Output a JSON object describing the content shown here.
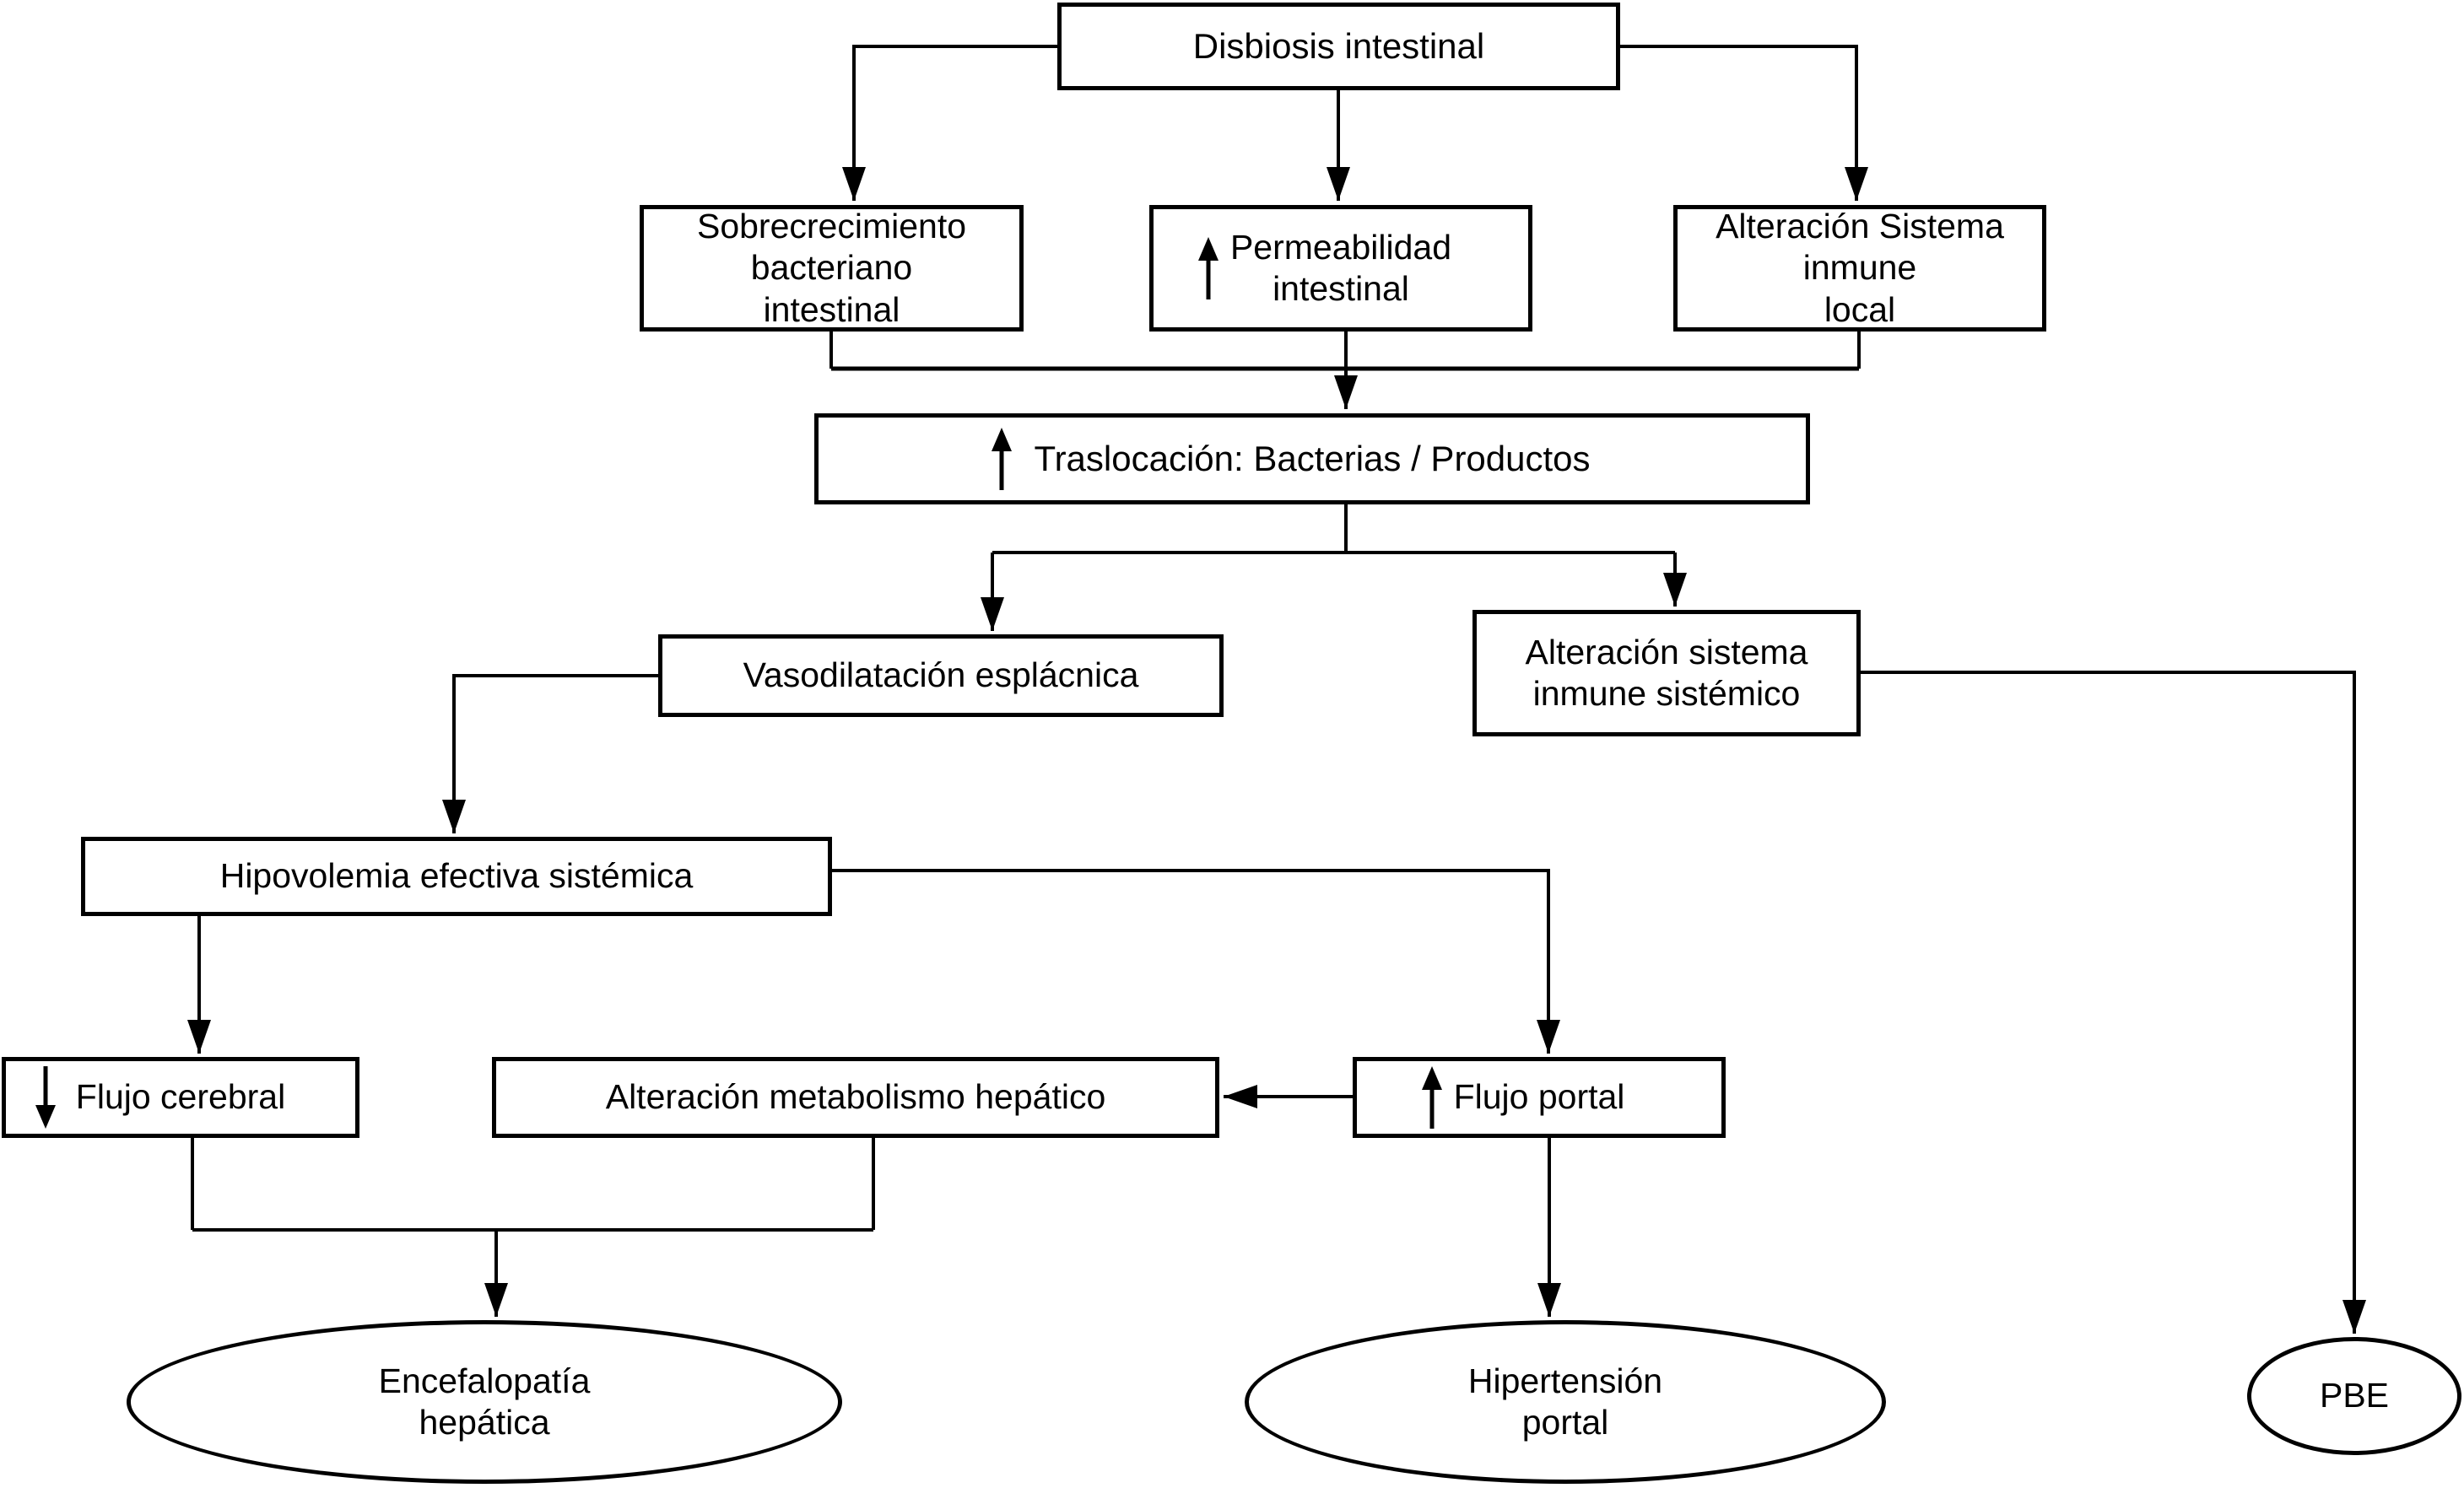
{
  "figure": {
    "background_color": "#ffffff",
    "line_color": "#000000",
    "nodes": {
      "disbiosis": {
        "label": "Disbiosis intestinal",
        "shape": "rect"
      },
      "sobrecrecimiento": {
        "label": "Sobrecrecimiento\nbacteriano\nintestinal",
        "shape": "rect"
      },
      "permeabilidad": {
        "label": "Permeabilidad\nintestinal",
        "shape": "rect",
        "icon": "increase-arrow"
      },
      "alteracion_inmune_local": {
        "label": "Alteración Sistema\ninmune\nlocal",
        "shape": "rect"
      },
      "traslocacion": {
        "label": "Traslocación: Bacterias / Productos",
        "shape": "rect",
        "icon": "increase-arrow"
      },
      "vasodilatacion": {
        "label": "Vasodilatación esplácnica",
        "shape": "rect"
      },
      "alteracion_inmune_sistemico": {
        "label": "Alteración sistema\ninmune sistémico",
        "shape": "rect"
      },
      "hipovolemia": {
        "label": "Hipovolemia efectiva sistémica",
        "shape": "rect"
      },
      "flujo_cerebral": {
        "label": "Flujo cerebral",
        "shape": "rect",
        "icon": "decrease-arrow"
      },
      "alteracion_metabolismo": {
        "label": "Alteración metabolismo hepático",
        "shape": "rect"
      },
      "flujo_portal": {
        "label": "Flujo portal",
        "shape": "rect",
        "icon": "increase-arrow"
      },
      "encefalopatia": {
        "label": "Encefalopatía\nhepática",
        "shape": "ellipse"
      },
      "hipertension": {
        "label": "Hipertensión\nportal",
        "shape": "ellipse"
      },
      "pbe": {
        "label": "PBE",
        "shape": "ellipse"
      }
    },
    "edges": [
      {
        "from": "disbiosis",
        "to": "sobrecrecimiento"
      },
      {
        "from": "disbiosis",
        "to": "permeabilidad"
      },
      {
        "from": "disbiosis",
        "to": "alteracion_inmune_local"
      },
      {
        "from": "sobrecrecimiento",
        "to": "traslocacion"
      },
      {
        "from": "permeabilidad",
        "to": "traslocacion"
      },
      {
        "from": "alteracion_inmune_local",
        "to": "traslocacion"
      },
      {
        "from": "traslocacion",
        "to": "vasodilatacion"
      },
      {
        "from": "traslocacion",
        "to": "alteracion_inmune_sistemico"
      },
      {
        "from": "vasodilatacion",
        "to": "hipovolemia"
      },
      {
        "from": "hipovolemia",
        "to": "flujo_cerebral"
      },
      {
        "from": "hipovolemia",
        "to": "flujo_portal"
      },
      {
        "from": "flujo_portal",
        "to": "alteracion_metabolismo"
      },
      {
        "from": "flujo_cerebral",
        "to": "encefalopatia"
      },
      {
        "from": "alteracion_metabolismo",
        "to": "encefalopatia"
      },
      {
        "from": "flujo_portal",
        "to": "hipertension"
      },
      {
        "from": "alteracion_inmune_sistemico",
        "to": "pbe"
      }
    ]
  }
}
